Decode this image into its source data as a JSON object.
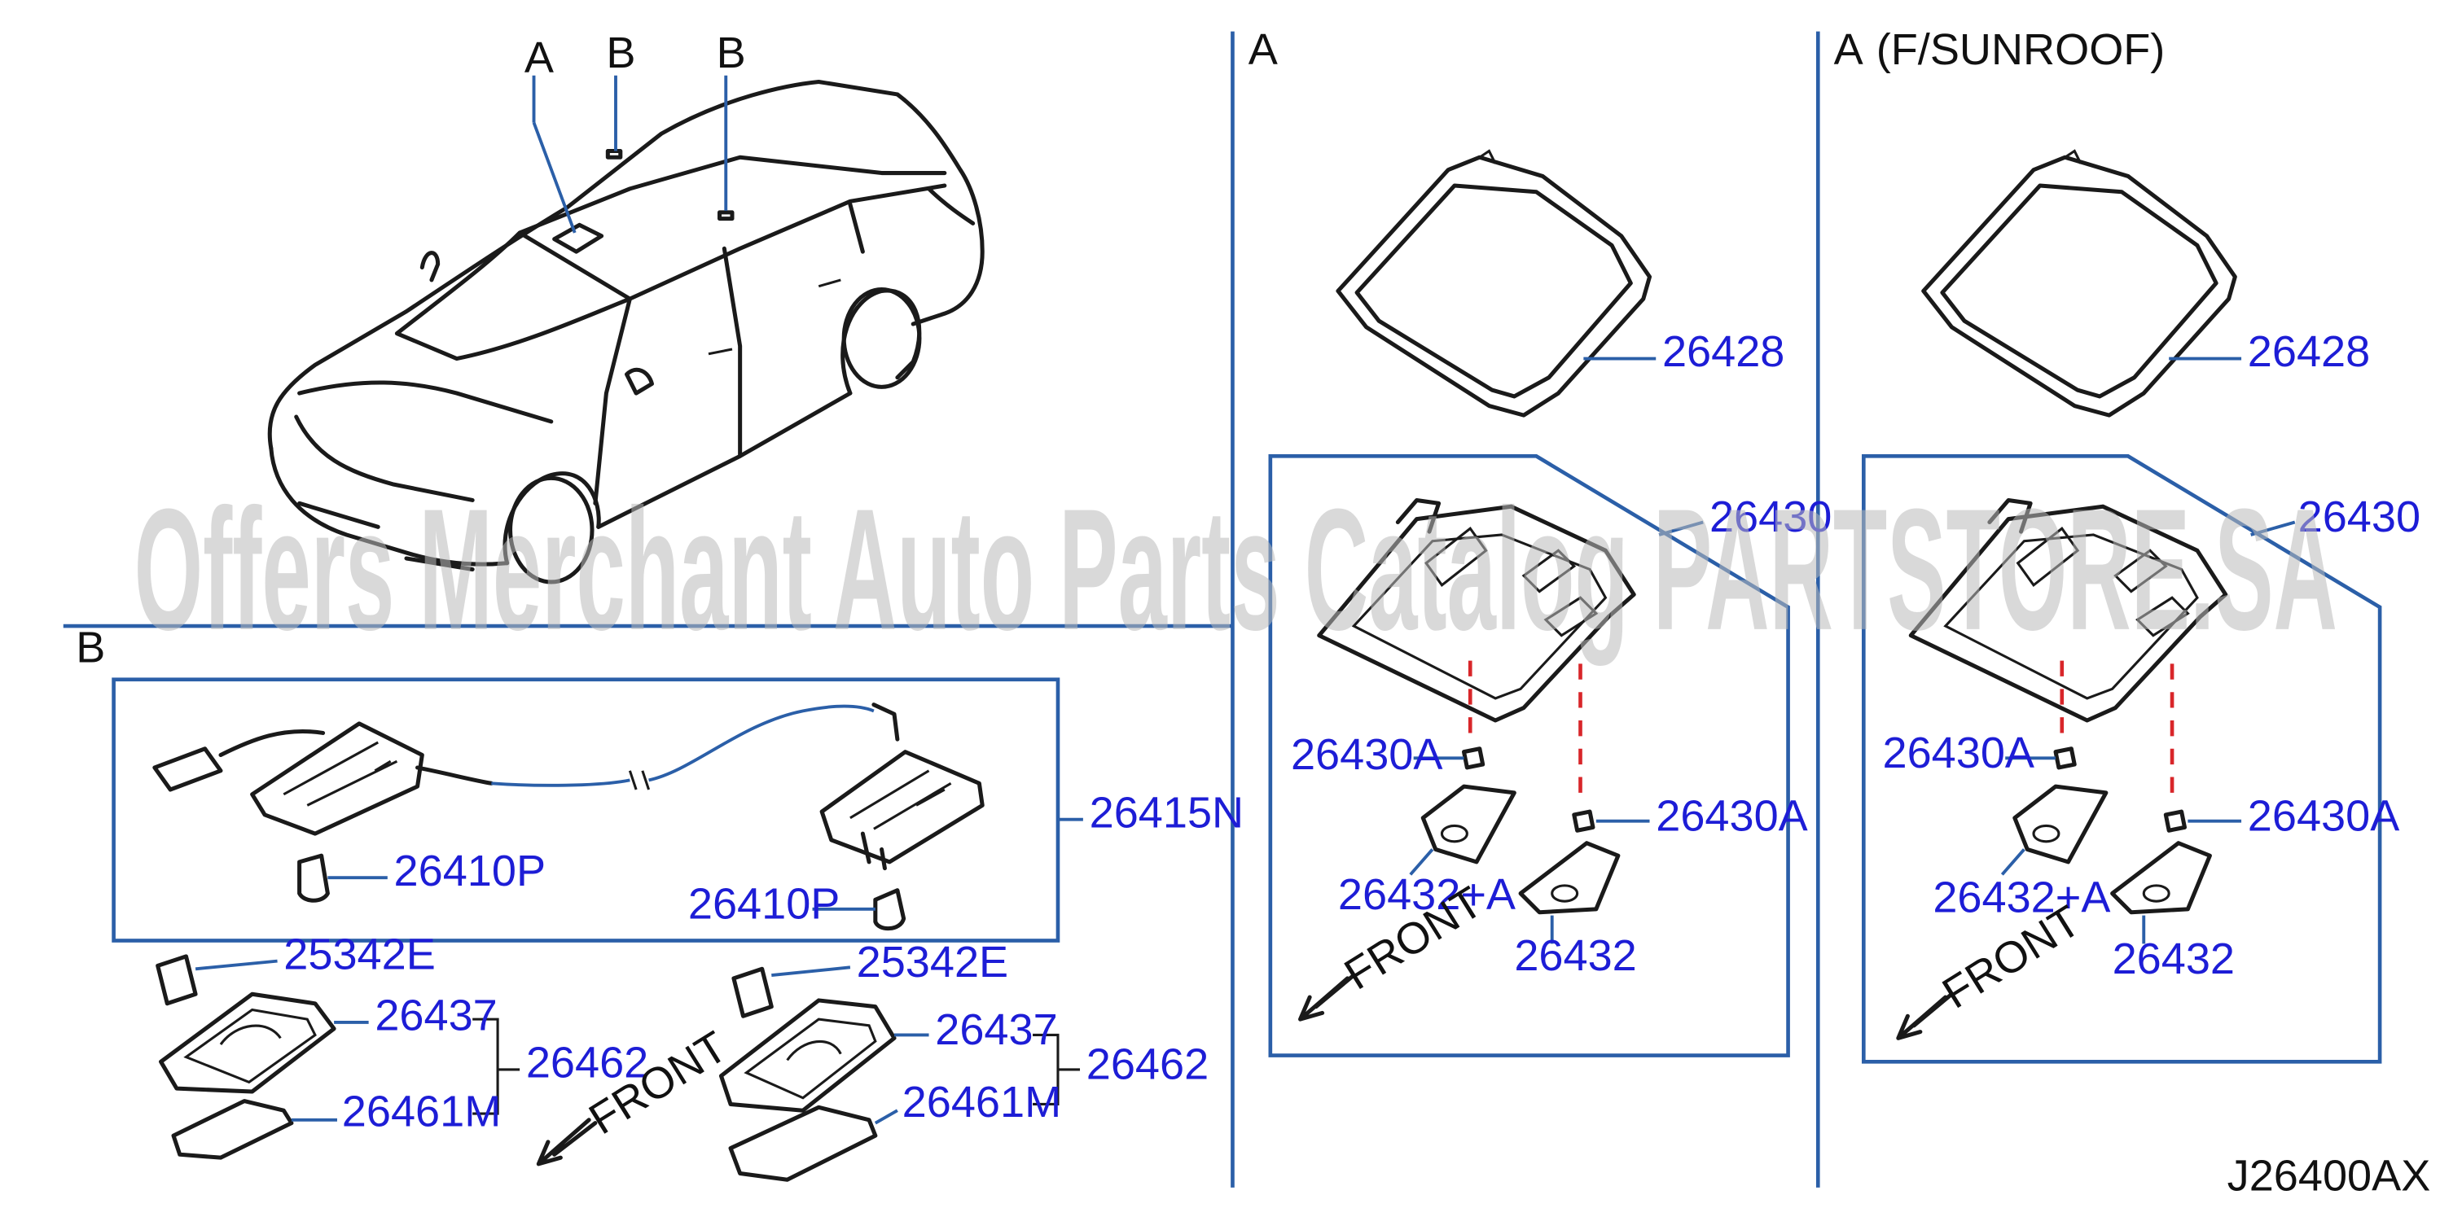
{
  "watermark": "Offers Merchant Auto Parts Catalog PARTSTORE.SA",
  "diagram_code": "J26400AX",
  "overview": {
    "callouts": [
      "A",
      "B",
      "B"
    ]
  },
  "section_b": {
    "title": "B",
    "parts": {
      "harness_assy": "26415N",
      "bulb_left": "26410P",
      "bulb_right": "26410P",
      "clip_left": "25342E",
      "clip_right": "25342E",
      "housing_left": "26437",
      "housing_right": "26437",
      "lens_left": "26461M",
      "lens_right": "26461M",
      "assy_left": "26462",
      "assy_right": "26462"
    },
    "front_label": "FRONT"
  },
  "section_a": {
    "title": "A",
    "parts": {
      "bezel": "26428",
      "lamp_assy": "26430",
      "bulb_upper": "26430A",
      "bulb_lower": "26430A",
      "lens_a": "26432+A",
      "lens": "26432"
    },
    "front_label": "FRONT"
  },
  "section_a_sunroof": {
    "title": "A",
    "qualifier": "(F/SUNROOF)",
    "parts": {
      "bezel": "26428",
      "lamp_assy": "26430",
      "bulb_upper": "26430A",
      "bulb_lower": "26430A",
      "lens_a": "26432+A",
      "lens": "26432"
    },
    "front_label": "FRONT"
  },
  "colors": {
    "part_number": "#1d1dd6",
    "leader_line": "#2b5fa8",
    "hidden_line": "#d8262a",
    "drawing": "#1a1a1a",
    "watermark": "#b9b9b9"
  }
}
